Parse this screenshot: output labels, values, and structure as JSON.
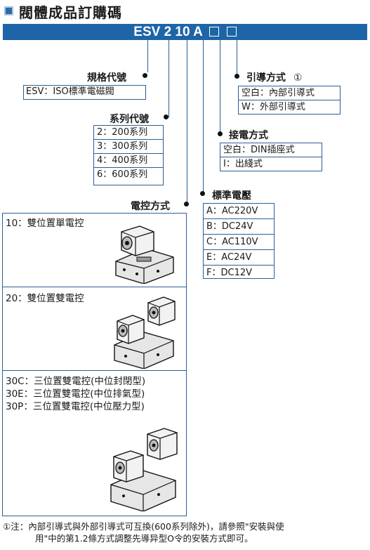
{
  "title": "閥體成品訂購碼",
  "code": {
    "text": "ESV 2 10 A",
    "placeholders": 2
  },
  "groups": {
    "spec": {
      "label": "規格代號",
      "value": "ESV：ISO標準電磁閥"
    },
    "series": {
      "label": "系列代號",
      "items": [
        "2：200系列",
        "3：300系列",
        "4：400系列",
        "6：600系列"
      ]
    },
    "control": {
      "label": "電控方式",
      "sections": [
        {
          "lines": [
            "10：雙位置單電控"
          ],
          "image": "single-solenoid-valve"
        },
        {
          "lines": [
            "20：雙位置雙電控"
          ],
          "image": "double-solenoid-valve"
        },
        {
          "lines": [
            "30C：三位置雙電控(中位封閉型)",
            "30E：三位置雙電控(中位排氣型)",
            "30P：三位置雙電控(中位壓力型)"
          ],
          "image": "three-position-valve"
        }
      ]
    },
    "voltage": {
      "label": "標準電壓",
      "items": [
        "A：AC220V",
        "B：DC24V",
        "C：AC110V",
        "E：AC24V",
        "F：DC12V"
      ]
    },
    "connection": {
      "label": "接電方式",
      "items": [
        "空白：DIN插座式",
        "I：出綫式"
      ]
    },
    "pilot": {
      "label": "引導方式",
      "mark": "①",
      "items": [
        "空白：內部引導式",
        "W：外部引導式"
      ]
    }
  },
  "note": {
    "mark": "①注：",
    "line1": "內部引導式與外部引導式可互換(600系列除外)，請參照\"安裝與使",
    "line2": "用\"中的第1.2條方式調整先導异型O令的安裝方式即可。"
  },
  "colors": {
    "accent": "#1d65a6",
    "line": "#2a5f96"
  }
}
